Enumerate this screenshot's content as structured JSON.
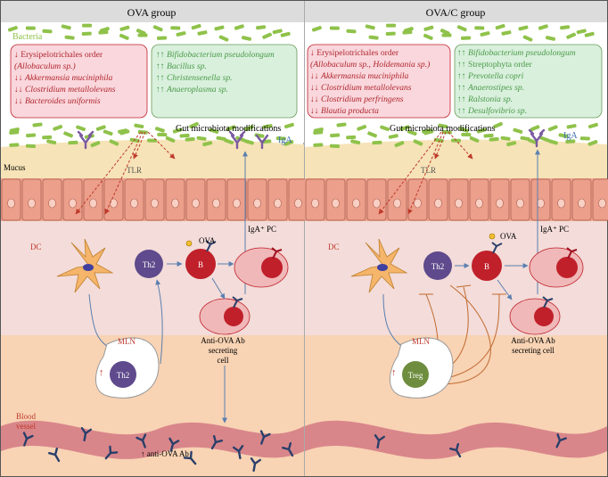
{
  "panels": [
    {
      "title": "OVA group",
      "bacteria_label": "Bacteria",
      "decreased": [
        {
          "arrow": "↓",
          "text": "Erysipelotrichales order",
          "italic": false
        },
        {
          "arrow": "",
          "text": "(Allobaculum sp.)",
          "italic": true
        },
        {
          "arrow": "↓↓",
          "text": "Akkermansia muciniphila",
          "italic": true
        },
        {
          "arrow": "↓↓",
          "text": "Clostridium metallolevans",
          "italic": true
        },
        {
          "arrow": "↓↓",
          "text": "Bacteroides uniformis",
          "italic": true
        }
      ],
      "increased": [
        {
          "arrow": "↑↑",
          "text": "Bifidobacterium pseudolongum",
          "italic": true
        },
        {
          "arrow": "↑↑",
          "text": "Bacillus sp.",
          "italic": true
        },
        {
          "arrow": "↑↑",
          "text": "Christensenella sp.",
          "italic": true
        },
        {
          "arrow": "↑↑",
          "text": "Anaeroplasma sp.",
          "italic": true
        }
      ],
      "gut_mod": "Gut microbiota modifications",
      "iga": "IgA",
      "mucus": "Mucus",
      "tlr": "TLR",
      "iga_pc": "IgA⁺ PC",
      "dc": "DC",
      "ova": "OVA",
      "th2_a": "Th2",
      "b": "B",
      "mln": "MLN",
      "th2_b": "Th2",
      "up_arrow": "↑",
      "ab_cell": [
        "Anti-OVA Ab",
        "secreting",
        "cell"
      ],
      "blood": [
        "Blood",
        "vessel"
      ],
      "anti_ab": "↑ anti-OVA Ab"
    },
    {
      "title": "OVA/C group",
      "decreased": [
        {
          "arrow": "↓",
          "text": "Erysipelotrichales order",
          "italic": false
        },
        {
          "arrow": "",
          "text": "(Allobaculum sp., Holdemania sp.)",
          "italic": true
        },
        {
          "arrow": "↓↓",
          "text": "Akkermansia muciniphila",
          "italic": true
        },
        {
          "arrow": "↓↓",
          "text": "Clostridium metallolevans",
          "italic": true
        },
        {
          "arrow": "↓↓",
          "text": "Clostridium perfringens",
          "italic": true
        },
        {
          "arrow": "↓↓",
          "text": "Blautia producta",
          "italic": true
        }
      ],
      "increased": [
        {
          "arrow": "↑↑",
          "text": "Bifidobacterium pseudolongum",
          "italic": true
        },
        {
          "arrow": "↑↑",
          "text": "Streptophyta order",
          "italic": false
        },
        {
          "arrow": "↑↑",
          "text": "Prevotella copri",
          "italic": true
        },
        {
          "arrow": "↑↑",
          "text": "Anaerostipes sp.",
          "italic": true
        },
        {
          "arrow": "↑↑",
          "text": "Ralstonia sp.",
          "italic": true
        },
        {
          "arrow": "↑↑",
          "text": "Desulfovibrio sp.",
          "italic": true
        }
      ],
      "gut_mod": "Gut microbiota modifications",
      "iga": "IgA",
      "tlr": "TLR",
      "iga_pc": "IgA⁺ PC",
      "dc": "DC",
      "ova": "OVA",
      "th2_a": "Th2",
      "b": "B",
      "mln": "MLN",
      "treg": "Treg",
      "up_arrow": "↑",
      "ab_cell": [
        "Anti-OVA Ab",
        "secreting cell"
      ]
    }
  ],
  "colors": {
    "header_bg": "#dcdcdc",
    "bacteria_green": "#8fc24a",
    "decrease_box": "#f9d7dd",
    "decrease_text": "#b0262c",
    "increase_box": "#d9f0dd",
    "increase_text": "#4a9a47",
    "mucus": "#f6e3b7",
    "epithelium": "#e8a28f",
    "lamina": "#f3dcd9",
    "lower_tissue": "#f8d3b4",
    "vessel": "#d9868a",
    "th2": "#5e4a8c",
    "b_cell": "#c0202a",
    "treg": "#6e8d3e"
  }
}
